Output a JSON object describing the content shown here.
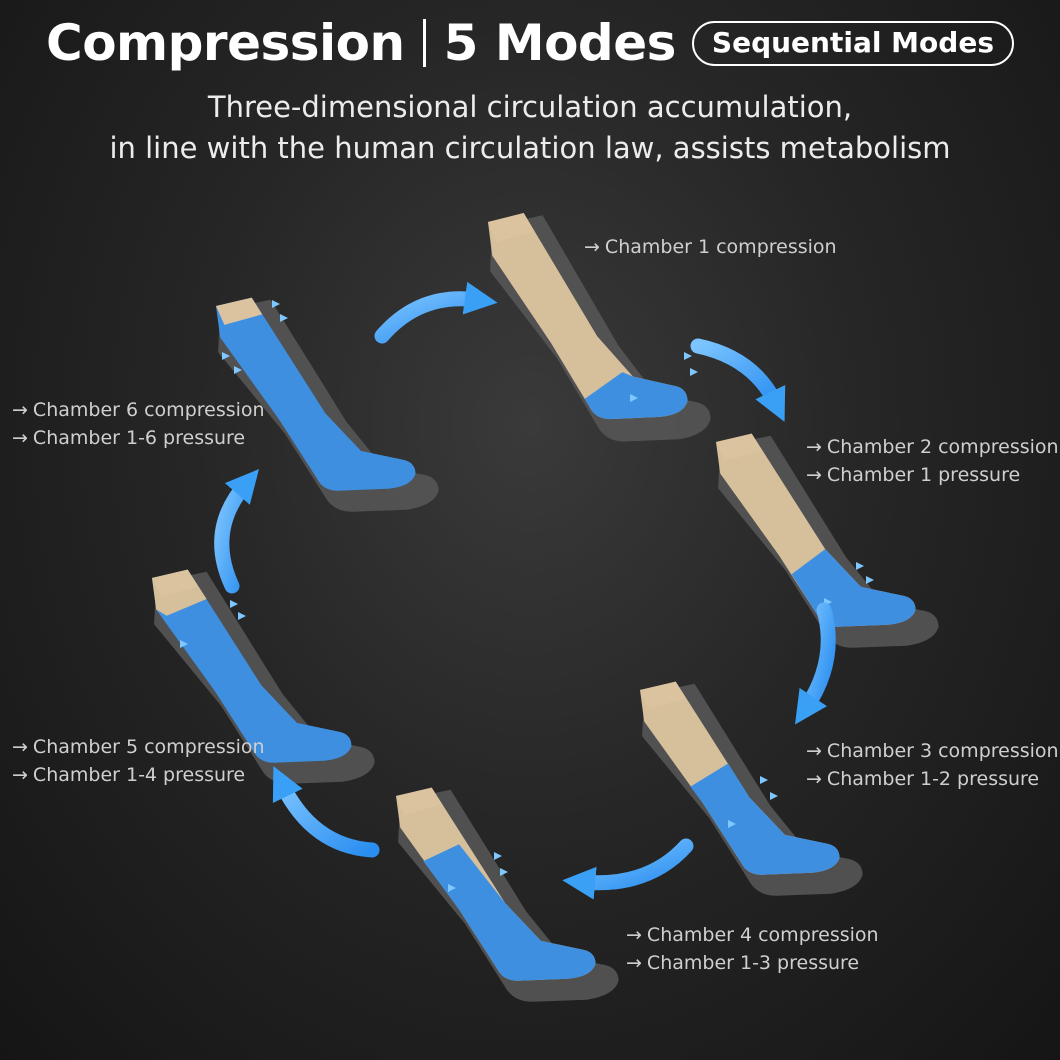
{
  "header": {
    "title_left": "Compression",
    "title_right": "5 Modes",
    "badge": "Sequential Modes",
    "subtitle_line1": "Three-dimensional circulation accumulation,",
    "subtitle_line2": "in line with the human circulation law, assists metabolism"
  },
  "steps": [
    {
      "line1": "Chamber 1 compression",
      "line2": ""
    },
    {
      "line1": "Chamber 2 compression",
      "line2": "Chamber 1 pressure"
    },
    {
      "line1": "Chamber 3 compression",
      "line2": "Chamber 1-2 pressure"
    },
    {
      "line1": "Chamber 4 compression",
      "line2": "Chamber 1-3 pressure"
    },
    {
      "line1": "Chamber 5 compression",
      "line2": "Chamber 1-4 pressure"
    },
    {
      "line1": "Chamber 6 compression",
      "line2": "Chamber 1-6 pressure"
    }
  ],
  "arrow_glyph": "→",
  "colors": {
    "skin": "#dcc3a0",
    "sleeve_blue": "#3f8fe0",
    "shadow": "#5a5a5a",
    "arrow_blue": "#3aa0f5",
    "label_text": "#cfcfcf"
  }
}
